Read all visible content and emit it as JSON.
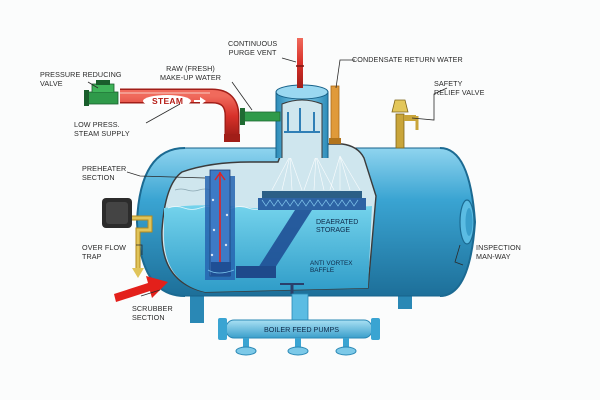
{
  "labels": {
    "continuous_purge_vent": "CONTINUOUS\nPURGE VENT",
    "raw_makeup_water": "RAW (FRESH)\nMAKE-UP WATER",
    "condensate_return_water": "CONDENSATE RETURN WATER",
    "pressure_reducing_valve": "PRESSURE REDUCING\nVALVE",
    "safety_relief_valve": "SAFETY\nRELIEF VALVE",
    "steam": "STEAM",
    "low_press_steam_supply": "LOW PRESS.\nSTEAM SUPPLY",
    "preheater_section": "PREHEATER\nSECTION",
    "deaerated_storage": "DEAERATED\nSTORAGE",
    "over_flow_trap": "OVER FLOW\nTRAP",
    "anti_vortex_baffle": "ANTI VORTEX\nBAFFLE",
    "inspection_man_way": "INSPECTION\nMAN-WAY",
    "scrubber_section": "SCRUBBER\nSECTION",
    "boiler_feed_pumps": "BOILER FEED PUMPS"
  },
  "colors": {
    "tank_blue": "#3aa4d2",
    "tank_dark": "#1d6f99",
    "water": "#4fc0e0",
    "pipe_red": "#d8312a",
    "arrow_red": "#e3201b",
    "valve_green": "#2f9a4a",
    "condensate_orange": "#e09a3a"
  }
}
